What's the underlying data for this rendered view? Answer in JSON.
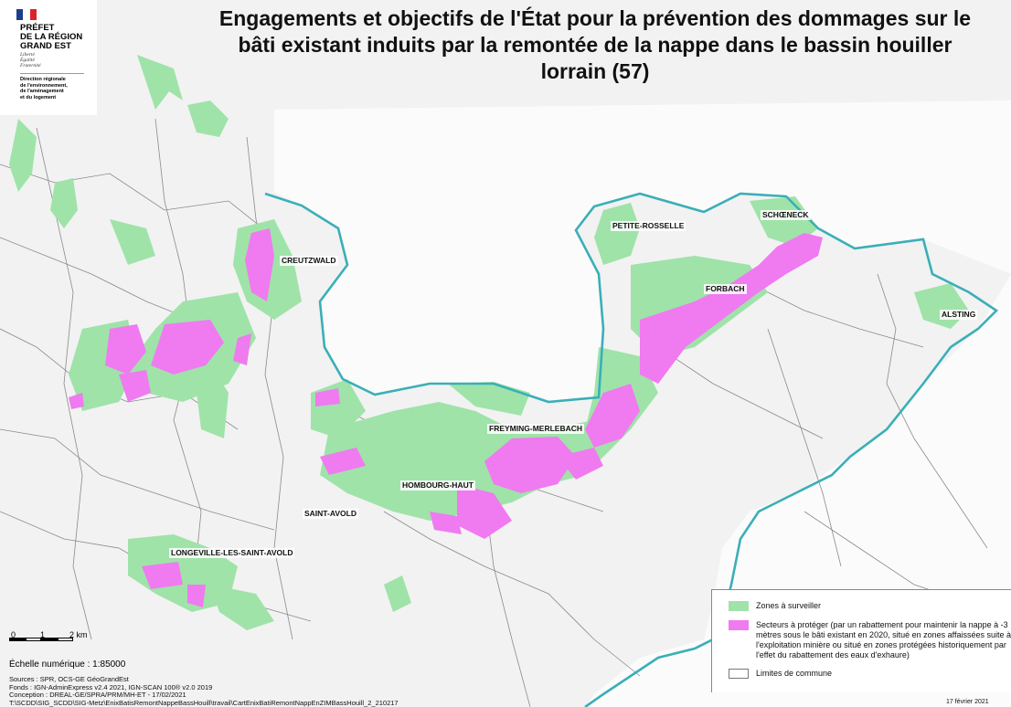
{
  "title": {
    "line1": "Engagements et objectifs de l'État pour la prévention des dommages sur le",
    "line2": "bâti existant induits par la remontée de la nappe dans le bassin houiller",
    "line3": "lorrain (57)"
  },
  "logo": {
    "line1": "PRÉFET",
    "line2": "DE LA RÉGION",
    "line3": "GRAND EST",
    "motto1": "Liberté",
    "motto2": "Égalité",
    "motto3": "Fraternité",
    "service1": "Direction régionale",
    "service2": "de l'environnement,",
    "service3": "de l'aménagement",
    "service4": "et du logement"
  },
  "communes": {
    "creutzwald": "CREUTZWALD",
    "petite_rosselle": "PETITE-ROSSELLE",
    "schoeneck": "SCHŒNECK",
    "forbach": "FORBACH",
    "alsting": "ALSTING",
    "freyming": "FREYMING-MERLEBACH",
    "hombourg": "HOMBOURG-HAUT",
    "saint_avold": "SAINT-AVOLD",
    "longeville": "LONGEVILLE-LES-SAINT-AVOLD"
  },
  "legend": {
    "zones": "Zones à surveiller",
    "secteurs": "Secteurs à protéger (par un rabattement pour maintenir la nappe à -3 mètres sous le bâti existant en 2020, situé en zones affaissées suite à l'exploitation minière ou situé en zones protégées historiquement par l'effet du rabattement des eaux d'exhaure)",
    "limites": "Limites de commune",
    "colors": {
      "zones": "#9fe3a9",
      "secteurs": "#f07af0",
      "limites": "#ffffff",
      "border": "#3aafb8"
    }
  },
  "scale": {
    "tick0": "0",
    "tick1": "1",
    "tick2": "2 km",
    "numeric": "Échelle numérique :   1:85000"
  },
  "sources": {
    "line1": "Sources : SPR, OCS-GE GéoGrandEst",
    "line2": "Fonds : IGN-AdminExpress v2.4 2021, IGN-SCAN 100® v2.0 2019",
    "line3": "Conception : DREAL-GE/SPRA/PRM/MH-ET - 17/02/2021",
    "line4": "T:\\SCDD\\SIG_SCDD\\SIG-Metz\\EnixBatisRemontNappeBassHouill\\travail\\CartEnixBatiRemontNappEnZIMBassHouill_2_210217"
  },
  "date": "17 février 2021"
}
